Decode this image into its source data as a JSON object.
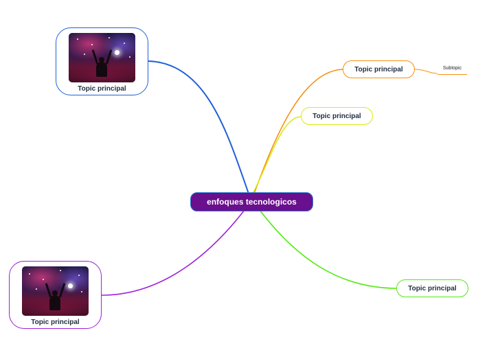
{
  "central_topic": {
    "label": "enfoques tecnologicos",
    "fill_color": "#6a0f8e",
    "border_color": "#2a7fd0"
  },
  "topics": [
    {
      "label": "Topic principal",
      "color": "#2060d8",
      "has_image": true,
      "image": "night-sky-swimmer-image"
    },
    {
      "label": "Topic principal",
      "color": "#9b1fd8",
      "has_image": true,
      "image": "night-sky-swimmer-image"
    },
    {
      "label": "Topic principal",
      "color": "#f5900f",
      "has_image": false,
      "subtopics": [
        {
          "label": "Subtopic",
          "color": "#f5900f"
        }
      ]
    },
    {
      "label": "Topic principal",
      "color": "#d9ea10",
      "has_image": false
    },
    {
      "label": "Topic principal",
      "color": "#50ea10",
      "has_image": false
    }
  ]
}
